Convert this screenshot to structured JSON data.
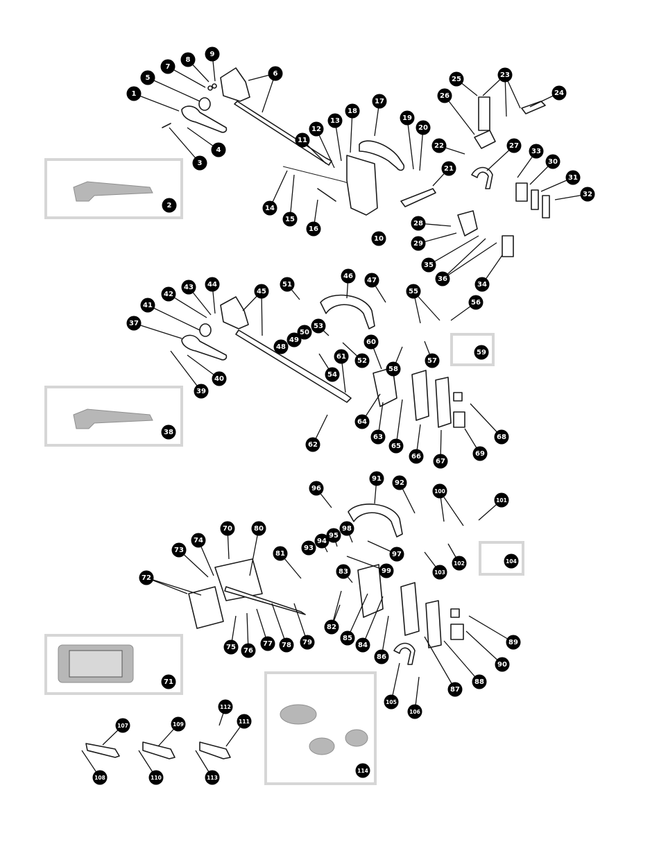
{
  "diagram": {
    "description_style": "exploded-parts",
    "callout_numbers": [
      "1",
      "2",
      "3",
      "4",
      "5",
      "6",
      "7",
      "8",
      "9",
      "10",
      "11",
      "12",
      "13",
      "14",
      "15",
      "16",
      "17",
      "18",
      "19",
      "20",
      "21",
      "22",
      "23",
      "24",
      "25",
      "26",
      "27",
      "28",
      "29",
      "30",
      "31",
      "32",
      "33",
      "34",
      "35",
      "36",
      "37",
      "38",
      "39",
      "40",
      "41",
      "42",
      "43",
      "44",
      "45",
      "46",
      "47",
      "48",
      "49",
      "50",
      "51",
      "52",
      "53",
      "54",
      "55",
      "56",
      "57",
      "58",
      "59",
      "60",
      "61",
      "62",
      "63",
      "64",
      "65",
      "66",
      "67",
      "68",
      "69",
      "70",
      "71",
      "72",
      "73",
      "74",
      "75",
      "76",
      "77",
      "78",
      "79",
      "80",
      "81",
      "82",
      "83",
      "84",
      "85",
      "86",
      "87",
      "88",
      "89",
      "90",
      "91",
      "92",
      "93",
      "94",
      "95",
      "96",
      "97",
      "98",
      "99",
      "100",
      "101",
      "102",
      "103",
      "104",
      "105",
      "106",
      "107",
      "108",
      "109",
      "110",
      "111",
      "112",
      "113",
      "114"
    ],
    "colors": {
      "callout_fill": "#000000",
      "callout_text": "#ffffff",
      "line": "#1a1a1a",
      "inset_frame": "#d6d6d6"
    }
  }
}
